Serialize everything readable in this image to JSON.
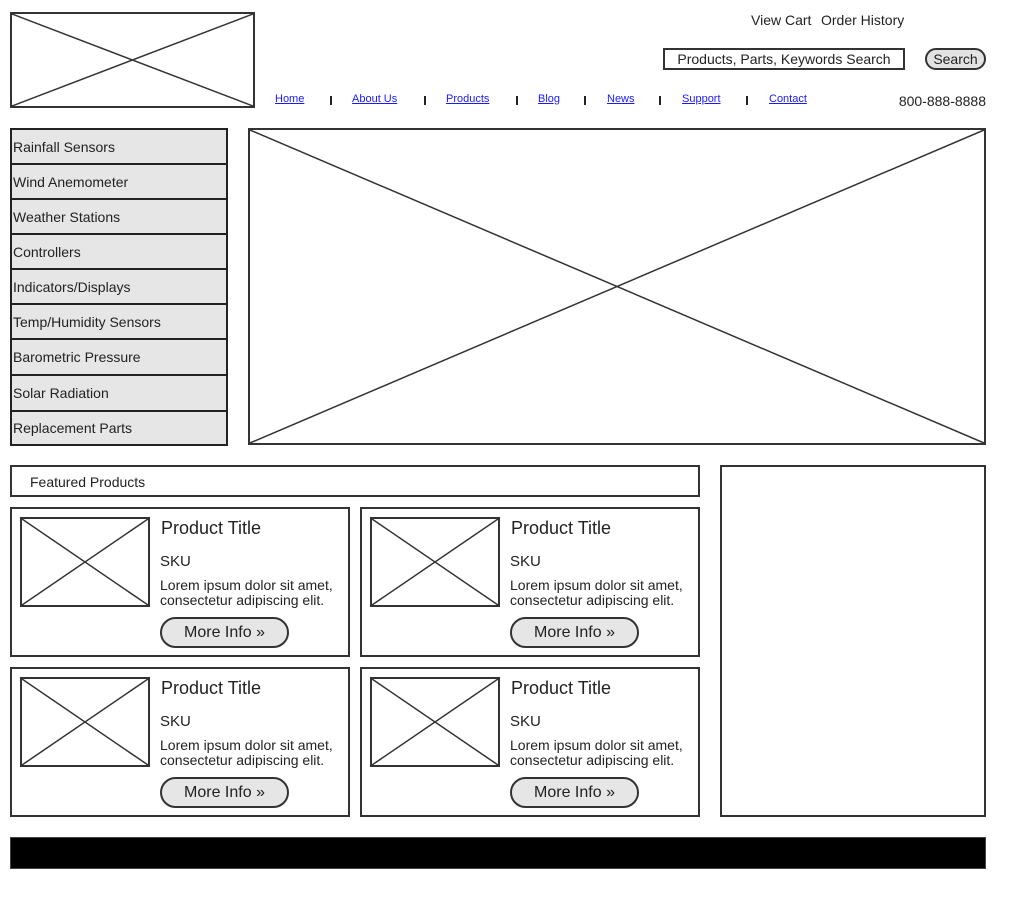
{
  "header": {
    "top_links": [
      "View Cart",
      "Order History"
    ],
    "search": {
      "placeholder": "Products, Parts, Keywords Search",
      "button_label": "Search"
    },
    "nav": [
      "Home",
      "About Us",
      "Products",
      "Blog",
      "News",
      "Support",
      "Contact"
    ],
    "phone": "800-888-8888"
  },
  "sidebar": {
    "items": [
      "Rainfall Sensors",
      "Wind Anemometer",
      "Weather Stations",
      "Controllers",
      "Indicators/Displays",
      "Temp/Humidity Sensors",
      "Barometric Pressure",
      "Solar Radiation",
      "Replacement Parts"
    ]
  },
  "featured": {
    "heading": "Featured Products",
    "products": [
      {
        "title": "Product Title",
        "sku": "SKU",
        "description": "Lorem ipsum dolor sit amet, consectetur adipiscing elit.",
        "button_label": "More Info »"
      },
      {
        "title": "Product Title",
        "sku": "SKU",
        "description": "Lorem ipsum dolor sit amet, consectetur adipiscing elit.",
        "button_label": "More Info »"
      },
      {
        "title": "Product Title",
        "sku": "SKU",
        "description": "Lorem ipsum dolor sit amet, consectetur adipiscing elit.",
        "button_label": "More Info »"
      },
      {
        "title": "Product Title",
        "sku": "SKU",
        "description": "Lorem ipsum dolor sit amet, consectetur adipiscing elit.",
        "button_label": "More Info »"
      }
    ]
  },
  "colors": {
    "link": "#1a1aff",
    "sidebar_bg": "#e6e6e6",
    "footer_bg": "#000000",
    "border": "#333333"
  }
}
